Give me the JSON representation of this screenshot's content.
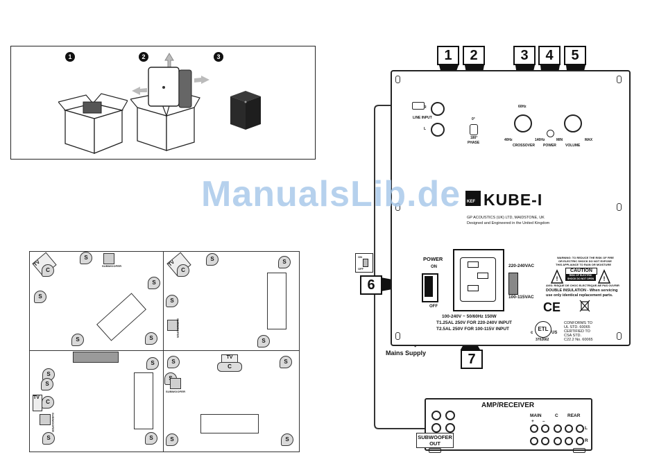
{
  "unboxing": {
    "steps": [
      "1",
      "2",
      "3"
    ]
  },
  "placement": {
    "speaker_label": "S",
    "center_label": "C",
    "tv_label": "TV",
    "subwoofer_label": "SUBWOOFER"
  },
  "panel": {
    "callouts": [
      "1",
      "2",
      "3",
      "4",
      "5",
      "6",
      "7"
    ],
    "line_input": "LINE INPUT",
    "right_label": "R",
    "left_label": "L",
    "phase_0": "0°",
    "phase_180": "180°",
    "phase_label": "PHASE",
    "crossover_60": "60Hz",
    "crossover_40": "40Hz",
    "crossover_140": "140Hz",
    "crossover_label": "CROSSOVER",
    "power_led": "POWER",
    "volume_min": "MIN",
    "volume_max": "MAX",
    "volume_label": "VOLUME",
    "brand_logo": "KEF",
    "model": "KUBE-I",
    "maker": "GP ACOUSTICS (UK) LTD, MAIDSTONE, UK",
    "designed": "Designed and Engineered in the United Kingdom",
    "power_label": "POWER",
    "on_label": "ON",
    "off_label": "OFF",
    "voltage_high": "220-240VAC",
    "voltage_low": "100-115VAC",
    "rating_1": "100-240V ~ 50/60Hz 150W",
    "rating_2": "T1.25AL 250V FOR 220-240V INPUT",
    "rating_3": "T2.5AL 250V FOR 100-115V INPUT",
    "warning_1": "WARNING: TO REDUCE THE RISK OF FIRE",
    "warning_2": "OR ELECTRIC SHOCK DO NOT EXPOSE",
    "warning_3": "THIS APPLIANCE TO RAIN OR MOISTURE",
    "caution": "CAUTION",
    "caution_sub": "RISK OF ELECTRIC SHOCK DO NOT OPEN",
    "avis": "AVIS: RISQUE DE CHOC ELECTRIQUE-NE PAS OUVRIR",
    "double_ins_1": "DOUBLE INSULATION - When servicing",
    "double_ins_2": "use only identical replacement parts.",
    "ce_mark": "CE",
    "etl_c": "c",
    "etl_mark": "ETL",
    "etl_us": "US",
    "etl_num": "3702662",
    "conform_1": "CONFORMS TO",
    "conform_2": "UL STD. 60065",
    "conform_3": "CERTIFIED TO",
    "conform_4": "CSA STD.",
    "conform_5": "C22.2 No. 60065",
    "mains_supply": "Mains Supply",
    "switch_on_small": "ON",
    "switch_off_small": "OFF"
  },
  "receiver": {
    "title": "AMP/RECEIVER",
    "main": "MAIN",
    "main_plus": "+",
    "main_minus": "–",
    "center": "C",
    "rear": "REAR",
    "left": "L",
    "right": "R",
    "sub_out_1": "SUBWOOFER",
    "sub_out_2": "OUT"
  },
  "watermark": "ManualsLib.de"
}
